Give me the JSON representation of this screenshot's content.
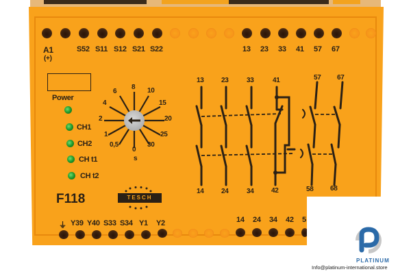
{
  "device": {
    "model": "F118",
    "brand_logo_text": "TESCH",
    "body_color": "#f9a21b",
    "power_label": "Power",
    "top_terminals": {
      "left": [
        "A1",
        "S52",
        "S11",
        "S12",
        "S21",
        "S22"
      ],
      "a1_sub": "(+)",
      "right": [
        "13",
        "23",
        "33",
        "41",
        "57",
        "67"
      ]
    },
    "bottom_terminals": {
      "left": [
        "⏚",
        "Y39",
        "Y40",
        "S33",
        "S34",
        "Y1",
        "Y2"
      ],
      "right": [
        "14",
        "24",
        "34",
        "42",
        "5"
      ]
    },
    "leds": [
      {
        "label": "",
        "color": "#2fb33c"
      },
      {
        "label": "CH1",
        "color": "#2fb33c"
      },
      {
        "label": "CH2",
        "color": "#2fb33c"
      },
      {
        "label": "CH t1",
        "color": "#2fb33c"
      },
      {
        "label": "CH t2",
        "color": "#2fb33c"
      }
    ],
    "time_dial": {
      "unit": "s",
      "scale": [
        "0",
        "0,5",
        "1",
        "2",
        "4",
        "6",
        "8",
        "10",
        "15",
        "20",
        "25",
        "30"
      ],
      "selected_direction": "left (2)"
    },
    "contact_diagram": {
      "top_labels": [
        "13",
        "23",
        "33",
        "41",
        "57",
        "67"
      ],
      "bottom_labels": [
        "14",
        "24",
        "34",
        "42",
        "58",
        "68"
      ]
    }
  },
  "watermark": {
    "brand": "PLATINUM",
    "email": "Info@platinum-international.store",
    "brand_color": "#2b6aa8"
  }
}
